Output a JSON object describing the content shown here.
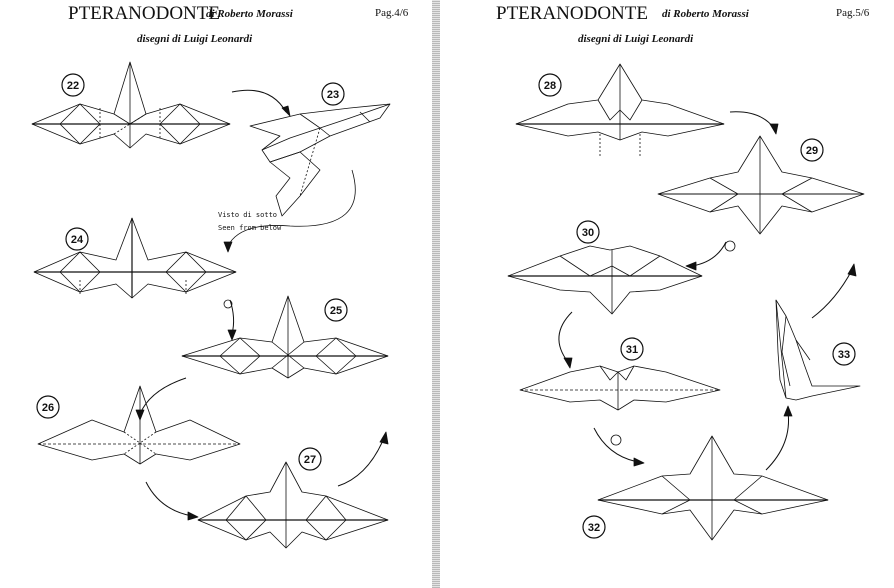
{
  "left_page": {
    "title": "PTERANODONTE",
    "author": "di Roberto Morassi",
    "page_label": "Pag.4/6",
    "subtitle": "disegni di Luigi Leonardi",
    "note_line1": "Visto di sotto",
    "note_line2": "Seen from below",
    "steps": [
      "22",
      "23",
      "24",
      "25",
      "26",
      "27"
    ]
  },
  "right_page": {
    "title": "PTERANODONTE",
    "author": "di Roberto Morassi",
    "page_label": "Pag.5/6",
    "subtitle": "disegni di Luigi Leonardi",
    "steps": [
      "28",
      "29",
      "30",
      "31",
      "32",
      "33"
    ]
  }
}
